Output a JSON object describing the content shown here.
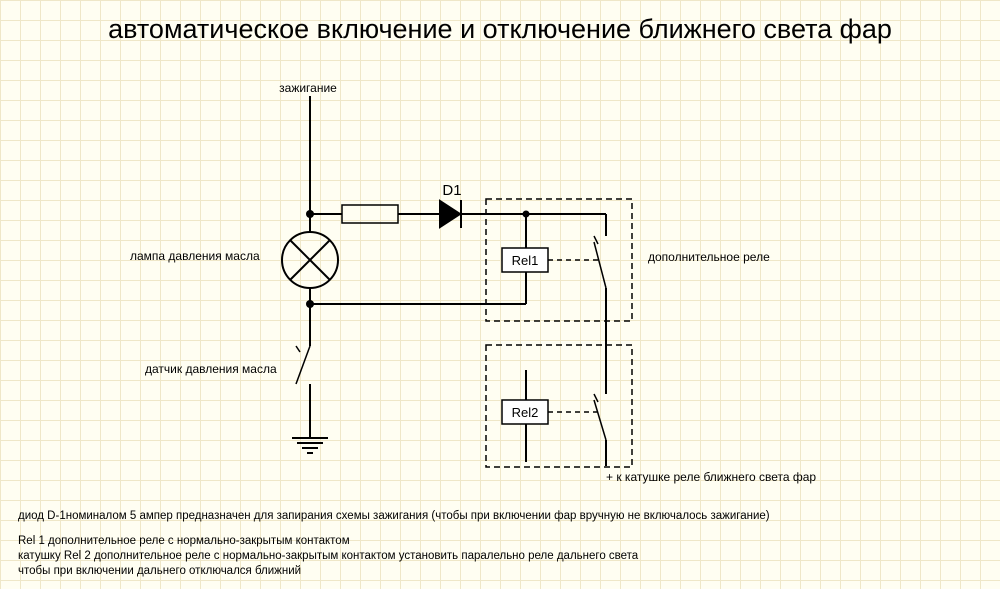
{
  "title": "автоматическое включение и отключение ближнего света фар",
  "labels": {
    "ignition": "зажигание",
    "diode": "D1",
    "lamp": "лампа давления масла",
    "sensor": "датчик давления масла",
    "extra_relay": "дополнительное реле",
    "rel1": "Rel1",
    "rel2": "Rel2",
    "output": "+ к  катушке реле ближнего света фар"
  },
  "notes": {
    "line1": "диод D-1номиналом 5 ампер предназначен для запирания схемы зажигания (чтобы при включении фар вручную не включалось зажигание)",
    "line2": "Rel 1 дополнительное реле с нормально-закрытым контактом",
    "line3": "катушку Rel 2 дополнительное реле с нормально-закрытым контактом установить паралельно реле дальнего света",
    "line4": "чтобы при включении дальнего отключался ближний"
  },
  "colors": {
    "wire": "#000000",
    "background": "#fffef2"
  }
}
